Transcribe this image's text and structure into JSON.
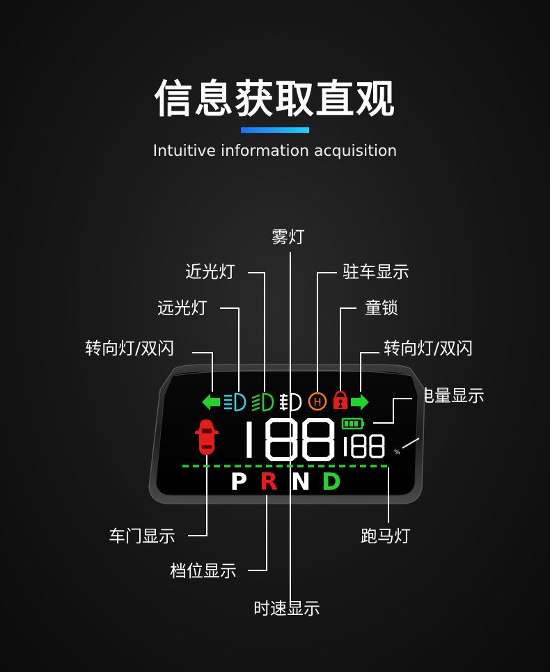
{
  "header": {
    "title": "信息获取直观",
    "subtitle": "Intuitive information acquisition",
    "accent_gradient": [
      "#1e6fff",
      "#19d2ff"
    ]
  },
  "labels": {
    "fog_light": "雾灯",
    "low_beam": "近光灯",
    "parking": "驻车显示",
    "high_beam": "远光灯",
    "child_lock": "童锁",
    "turn_left": "转向灯/双闪",
    "turn_right": "转向灯/双闪",
    "battery": "电量显示",
    "door": "车门显示",
    "running_light": "跑马灯",
    "gear": "档位显示",
    "speed": "时速显示"
  },
  "display": {
    "speed": "188",
    "battery_percent": "188",
    "percent_sign": "%",
    "gears": [
      "P",
      "R",
      "N",
      "D"
    ],
    "active_gear": "R",
    "colors": {
      "green": "#22d42a",
      "red": "#e51c1c",
      "cyan": "#2ad6e6",
      "orange": "#ff7a12",
      "white": "#ffffff"
    },
    "icons": [
      "left-arrow-icon",
      "high-beam-icon",
      "low-beam-icon",
      "fog-light-icon",
      "parking-brake-icon",
      "child-lock-icon",
      "right-arrow-icon",
      "battery-icon",
      "car-door-icon"
    ]
  }
}
